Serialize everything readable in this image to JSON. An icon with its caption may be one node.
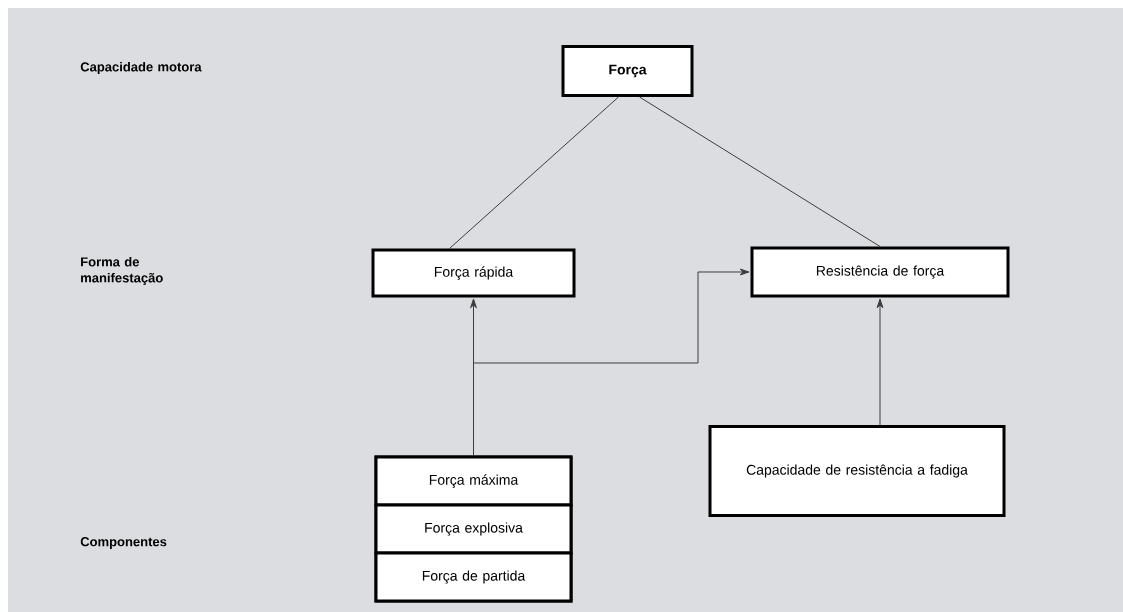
{
  "diagram": {
    "nodes": [
      {
        "text": [
          "Força"
        ]
      },
      {
        "text": [
          "Força rápida"
        ]
      },
      {
        "text": [
          "Resistência de força"
        ]
      },
      {
        "text": [],
        "shape": "box"
      },
      {
        "text": [
          "Força máxima"
        ],
        "in": 3
      },
      {
        "text": [
          "Força explosiva"
        ],
        "in": 3
      },
      {
        "text": [
          "Força de partida"
        ],
        "in": 3
      },
      {
        "text": [
          "Capacidade de resistência a fadiga"
        ]
      }
    ],
    "edges": [
      {
        "from": 0,
        "to": 1,
        "arrow": "none"
      },
      {
        "from": 0,
        "to": 2,
        "arrow": "none"
      },
      {
        "from": 3,
        "to": 1,
        "arrow": "to"
      },
      {
        "from": 3,
        "to": 2,
        "arrow": "to"
      },
      {
        "from": 7,
        "to": 2,
        "arrow": "to"
      }
    ],
    "labels": [
      "Capacidade motora",
      "Forma de manifestação",
      "Componentes"
    ]
  }
}
